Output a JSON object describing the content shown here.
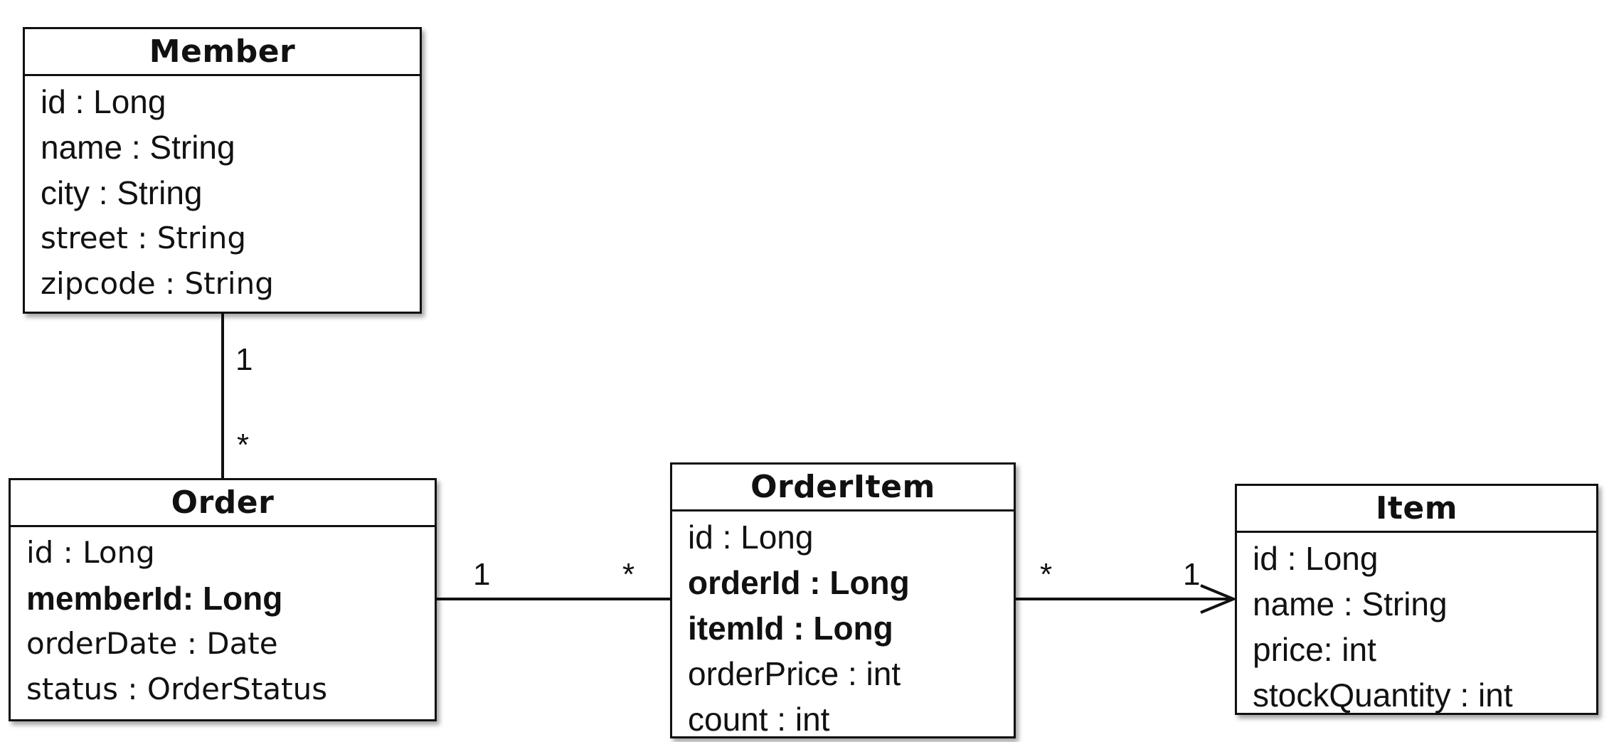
{
  "entities": {
    "member": {
      "title": "Member",
      "attrs": [
        "id : Long",
        "name : String",
        "city : String",
        "street : String",
        "zipcode : String"
      ]
    },
    "order": {
      "title": "Order",
      "attrs": [
        "id : Long",
        "memberId: Long",
        "orderDate : Date",
        "status : OrderStatus"
      ]
    },
    "orderitem": {
      "title": "OrderItem",
      "attrs": [
        "id : Long",
        "orderId : Long",
        "itemId : Long",
        "orderPrice : int",
        "count : int"
      ]
    },
    "item": {
      "title": "Item",
      "attrs": [
        "id : Long",
        "name : String",
        "price: int",
        "stockQuantity : int"
      ]
    }
  },
  "relations": {
    "member_order": {
      "from_mult": "1",
      "to_mult": "*"
    },
    "order_orderitem": {
      "from_mult": "1",
      "to_mult": "*"
    },
    "orderitem_item": {
      "from_mult": "*",
      "to_mult": "1"
    }
  }
}
